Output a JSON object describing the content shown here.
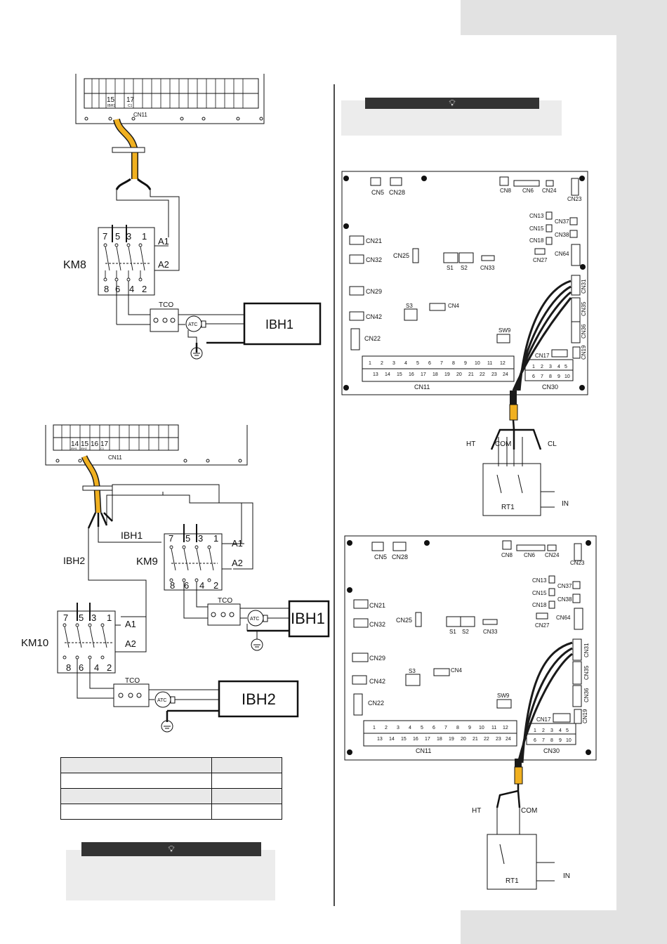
{
  "wiring_top": {
    "terminal_15": "15",
    "terminal_17": "17",
    "terminal_15_sub": "IBH1",
    "terminal_17_sub": "C1",
    "connector_label": "CN11",
    "contactor_label": "KM8",
    "contactor_terminals_top": [
      "7",
      "5",
      "3",
      "1"
    ],
    "contactor_terminals_bottom": [
      "8",
      "6",
      "4",
      "2"
    ],
    "coil_a1": "A1",
    "coil_a2": "A2",
    "tco_label": "TCO",
    "atc_label": "ATC",
    "heater_label": "IBH1"
  },
  "wiring_bottom": {
    "terminals": [
      "14",
      "15",
      "16",
      "17"
    ],
    "terminal_subs": [
      "IBH1",
      "IBH2",
      "",
      "C1"
    ],
    "connector_label": "CN11",
    "wire_ibh1": "IBH1",
    "wire_ibh2": "IBH2",
    "km9_label": "KM9",
    "km10_label": "KM10",
    "contactor_terminals_top": [
      "7",
      "5",
      "3",
      "1"
    ],
    "contactor_terminals_bottom": [
      "8",
      "6",
      "4",
      "2"
    ],
    "coil_a1": "A1",
    "coil_a2": "A2",
    "tco_label": "TCO",
    "atc_label": "ATC",
    "heater1_label": "IBH1",
    "heater2_label": "IBH2"
  },
  "board_top": {
    "labels": {
      "cn5": "CN5",
      "cn28": "CN28",
      "cn8": "CN8",
      "cn6": "CN6",
      "cn24": "CN24",
      "cn23": "CN23",
      "cn13": "CN13",
      "cn37": "CN37",
      "cn15": "CN15",
      "cn38": "CN38",
      "cn18": "CN18",
      "cn64": "CN64",
      "cn27": "CN27",
      "cn21": "CN21",
      "cn32": "CN32",
      "cn25": "CN25",
      "s1": "S1",
      "s2": "S2",
      "cn33": "CN33",
      "cn29": "CN29",
      "s3": "S3",
      "cn4": "CN4",
      "cn42": "CN42",
      "cn22": "CN22",
      "sw9": "SW9",
      "cn31": "CN31",
      "cn35": "CN35",
      "cn36": "CN36",
      "cn19": "CN19",
      "cn17": "CN17",
      "cn11": "CN11",
      "cn30": "CN30"
    },
    "cn11_row1": [
      "1",
      "2",
      "3",
      "4",
      "5",
      "6",
      "7",
      "8",
      "9",
      "10",
      "11",
      "12"
    ],
    "cn11_row2": [
      "13",
      "14",
      "15",
      "16",
      "17",
      "18",
      "19",
      "20",
      "21",
      "22",
      "23",
      "24"
    ],
    "cn30_row1": [
      "1",
      "2",
      "3",
      "4",
      "5"
    ],
    "cn30_row2": [
      "6",
      "7",
      "8",
      "9",
      "10"
    ],
    "thermostat": {
      "ht": "HT",
      "com": "COM",
      "cl": "CL",
      "rt": "RT1",
      "in": "IN"
    }
  },
  "board_bottom": {
    "thermostat": {
      "ht": "HT",
      "com": "COM",
      "rt": "RT1",
      "in": "IN"
    }
  },
  "icons": {
    "note_icon": "lightbulb-icon"
  }
}
